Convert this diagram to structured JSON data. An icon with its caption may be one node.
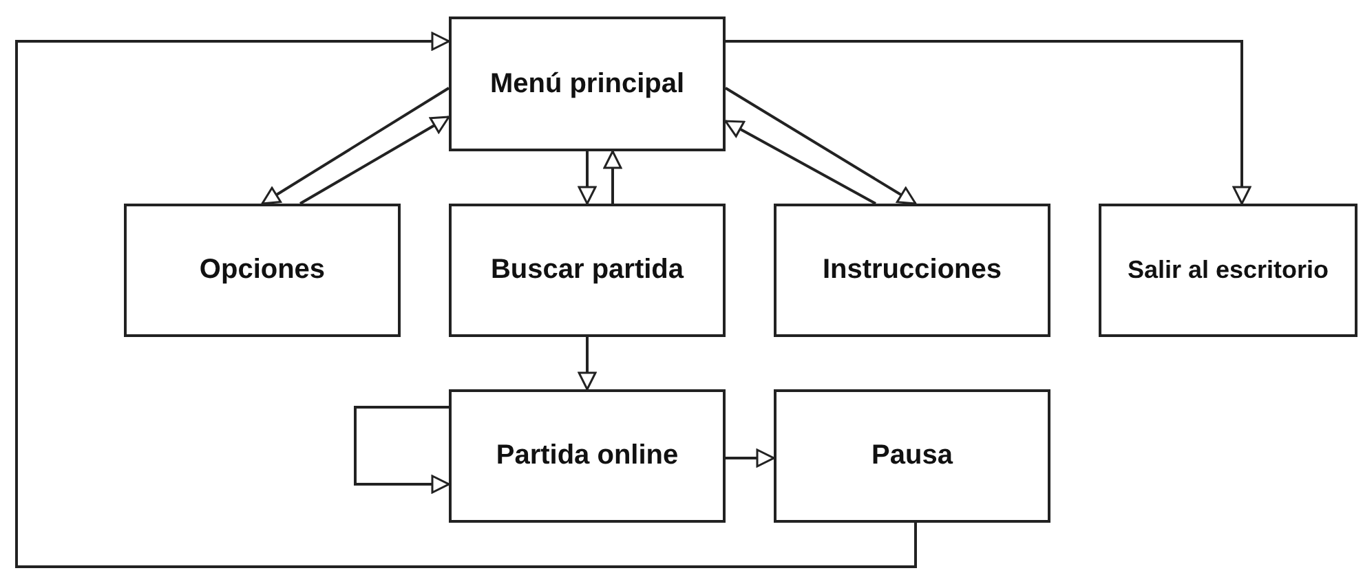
{
  "diagram": {
    "nodes": [
      {
        "text": [
          "Menú principal"
        ]
      },
      {
        "text": [
          "Opciones"
        ]
      },
      {
        "text": [
          "Buscar partida"
        ]
      },
      {
        "text": [
          "Instrucciones"
        ]
      },
      {
        "text": [
          "Salir al escritorio"
        ]
      },
      {
        "text": [
          "Partida online"
        ]
      },
      {
        "text": [
          "Pausa"
        ]
      }
    ],
    "edges": [
      {
        "from": 0,
        "to": 1,
        "arrow": "to"
      },
      {
        "from": 1,
        "to": 0,
        "arrow": "to"
      },
      {
        "from": 0,
        "to": 2,
        "arrow": "to"
      },
      {
        "from": 2,
        "to": 0,
        "arrow": "to"
      },
      {
        "from": 0,
        "to": 3,
        "arrow": "to"
      },
      {
        "from": 3,
        "to": 0,
        "arrow": "to"
      },
      {
        "from": 0,
        "to": 4,
        "arrow": "to"
      },
      {
        "from": 2,
        "to": 5,
        "arrow": "to"
      },
      {
        "from": 5,
        "to": 5,
        "arrow": "to"
      },
      {
        "from": 5,
        "to": 6,
        "arrow": "to"
      },
      {
        "from": 6,
        "to": 0,
        "arrow": "to"
      }
    ]
  }
}
